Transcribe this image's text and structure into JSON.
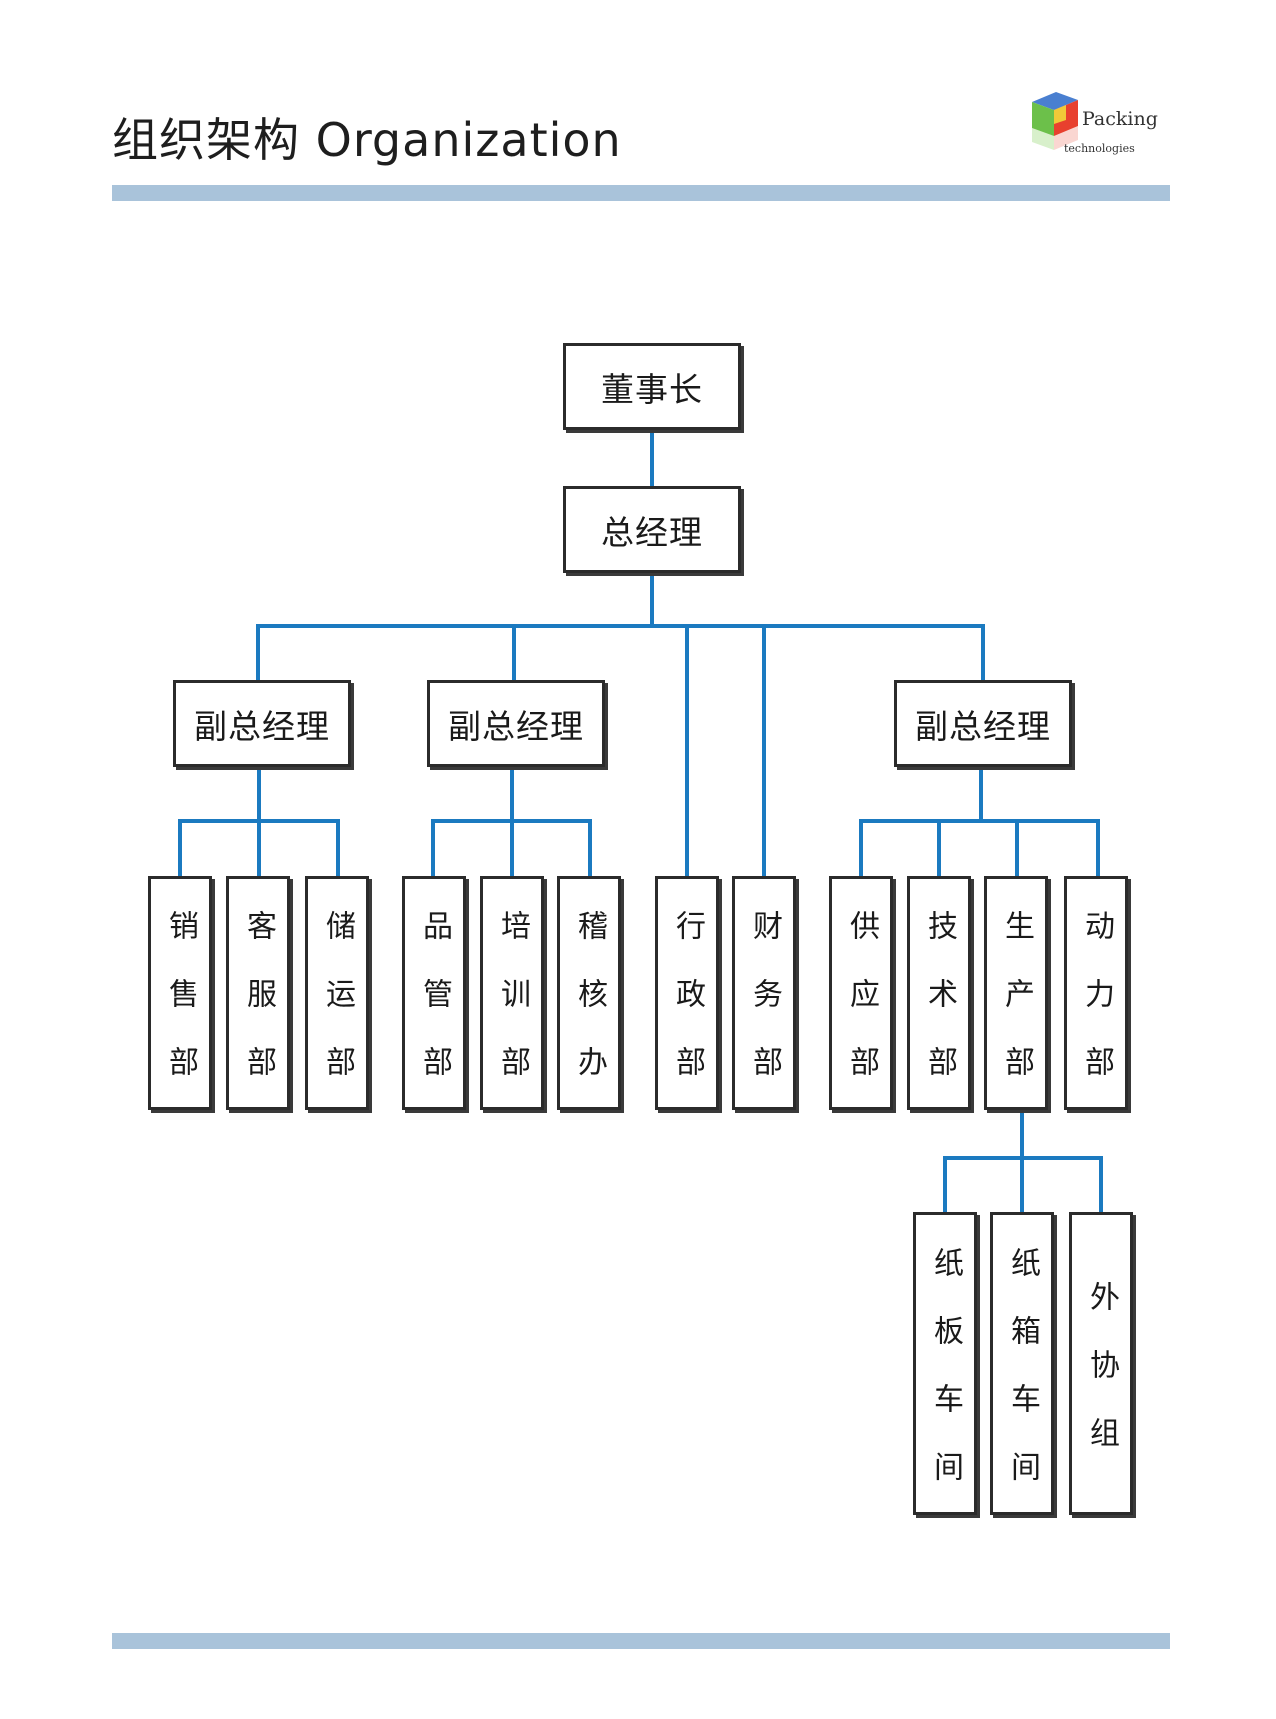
{
  "header": {
    "title": "组织架构  Organization",
    "logo": {
      "text_main": "Packing",
      "text_sub": "technologies",
      "colors": {
        "green": "#6cc04a",
        "yellow": "#f2e23a",
        "red": "#e8402e",
        "blue": "#4a7fd0",
        "purple": "#8a4bb0"
      }
    }
  },
  "colors": {
    "connector": "#1b7ac0",
    "rule": "#a9c3da",
    "box_border": "#2b2b2b"
  },
  "org": {
    "chairman": "董事长",
    "gm": "总经理",
    "vp_left": "副总经理",
    "vp_middle": "副总经理",
    "vp_right": "副总经理",
    "depts": {
      "sales": "销售部",
      "service": "客服部",
      "logistics": "储运部",
      "quality": "品管部",
      "training": "培训部",
      "audit": "稽核办",
      "admin": "行政部",
      "finance": "财务部",
      "supply": "供应部",
      "tech": "技术部",
      "production": "生产部",
      "power": "动力部"
    },
    "workshops": {
      "board": "纸板车间",
      "carton": "纸箱车间",
      "outsourcing": "外协组"
    }
  }
}
